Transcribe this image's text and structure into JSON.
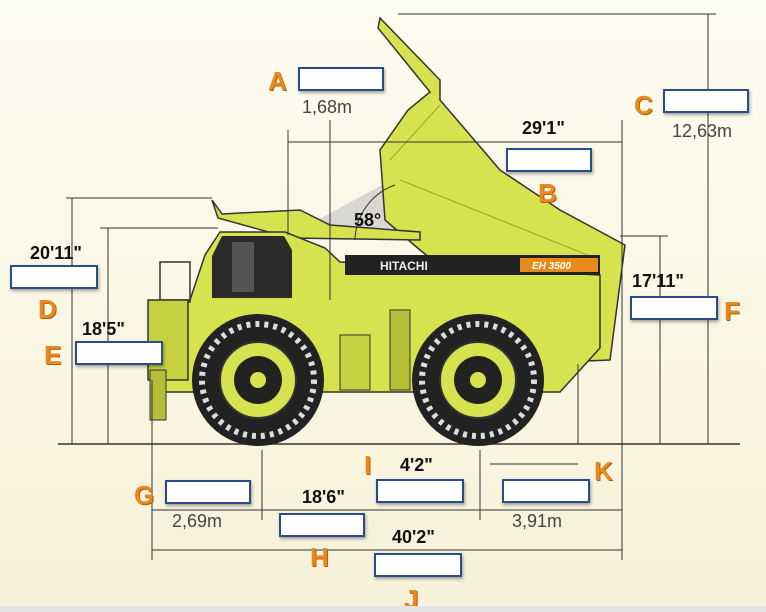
{
  "truck": {
    "brand": "HITACHI",
    "model": "EH 3500",
    "angle_label": "58°"
  },
  "dimensions": {
    "a_metric": "1,68m",
    "b_imperial": "29'1\"",
    "c_metric": "12,63m",
    "d_imperial": "20'11\"",
    "e_imperial": "18'5\"",
    "f_imperial": "17'11\"",
    "g_metric": "2,69m",
    "h_imperial": "18'6\"",
    "i_imperial": "4'2\"",
    "j_imperial": "40'2\"",
    "k_metric": "3,91m"
  },
  "labels": {
    "a": "A",
    "b": "B",
    "c": "C",
    "d": "D",
    "e": "E",
    "f": "F",
    "g": "G",
    "h": "H",
    "i": "I",
    "j": "J",
    "k": "K"
  },
  "answers": {
    "a": "",
    "b": "",
    "c": "",
    "d": "",
    "e": "",
    "f": "",
    "g": "",
    "h": "",
    "i": "",
    "j": "",
    "k": ""
  },
  "colors": {
    "body": "#d7e34e",
    "body_dark": "#a9b52e",
    "label": "#e8891f",
    "box_border": "#2a4b8d",
    "tire": "#222222"
  }
}
